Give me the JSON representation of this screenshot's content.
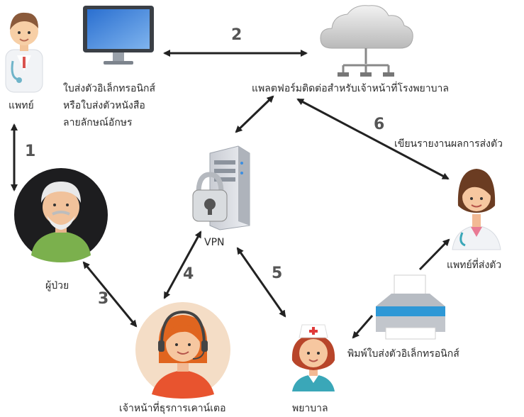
{
  "nodes": {
    "doctor": {
      "label": "แพทย์"
    },
    "monitor": {
      "label_lines": [
        "ใบส่งตัวอิเล็กทรอนิกส์",
        "หรือใบส่งตัวหนังสือ",
        "ลายลักษณ์อักษร"
      ]
    },
    "platform": {
      "label": "แพลตฟอร์มติดต่อสำหรับเจ้าหน้าที่โรงพยาบาล"
    },
    "vpn": {
      "label": "VPN"
    },
    "patient": {
      "label": "ผู้ป่วย"
    },
    "counter_staff": {
      "label": "เจ้าหน้าที่ธุรการเคาน์เตอ"
    },
    "nurse": {
      "label": "พยาบาล"
    },
    "referred_doctor": {
      "label": "แพทย์ที่ส่งตัว"
    },
    "printer": {
      "label": "พิมพ์ใบส่งตัวอิเล็กทรอนิกส์"
    },
    "report": {
      "label": "เขียนรายงานผลการส่งตัว"
    }
  },
  "steps": [
    "1",
    "2",
    "3",
    "4",
    "5",
    "6"
  ]
}
